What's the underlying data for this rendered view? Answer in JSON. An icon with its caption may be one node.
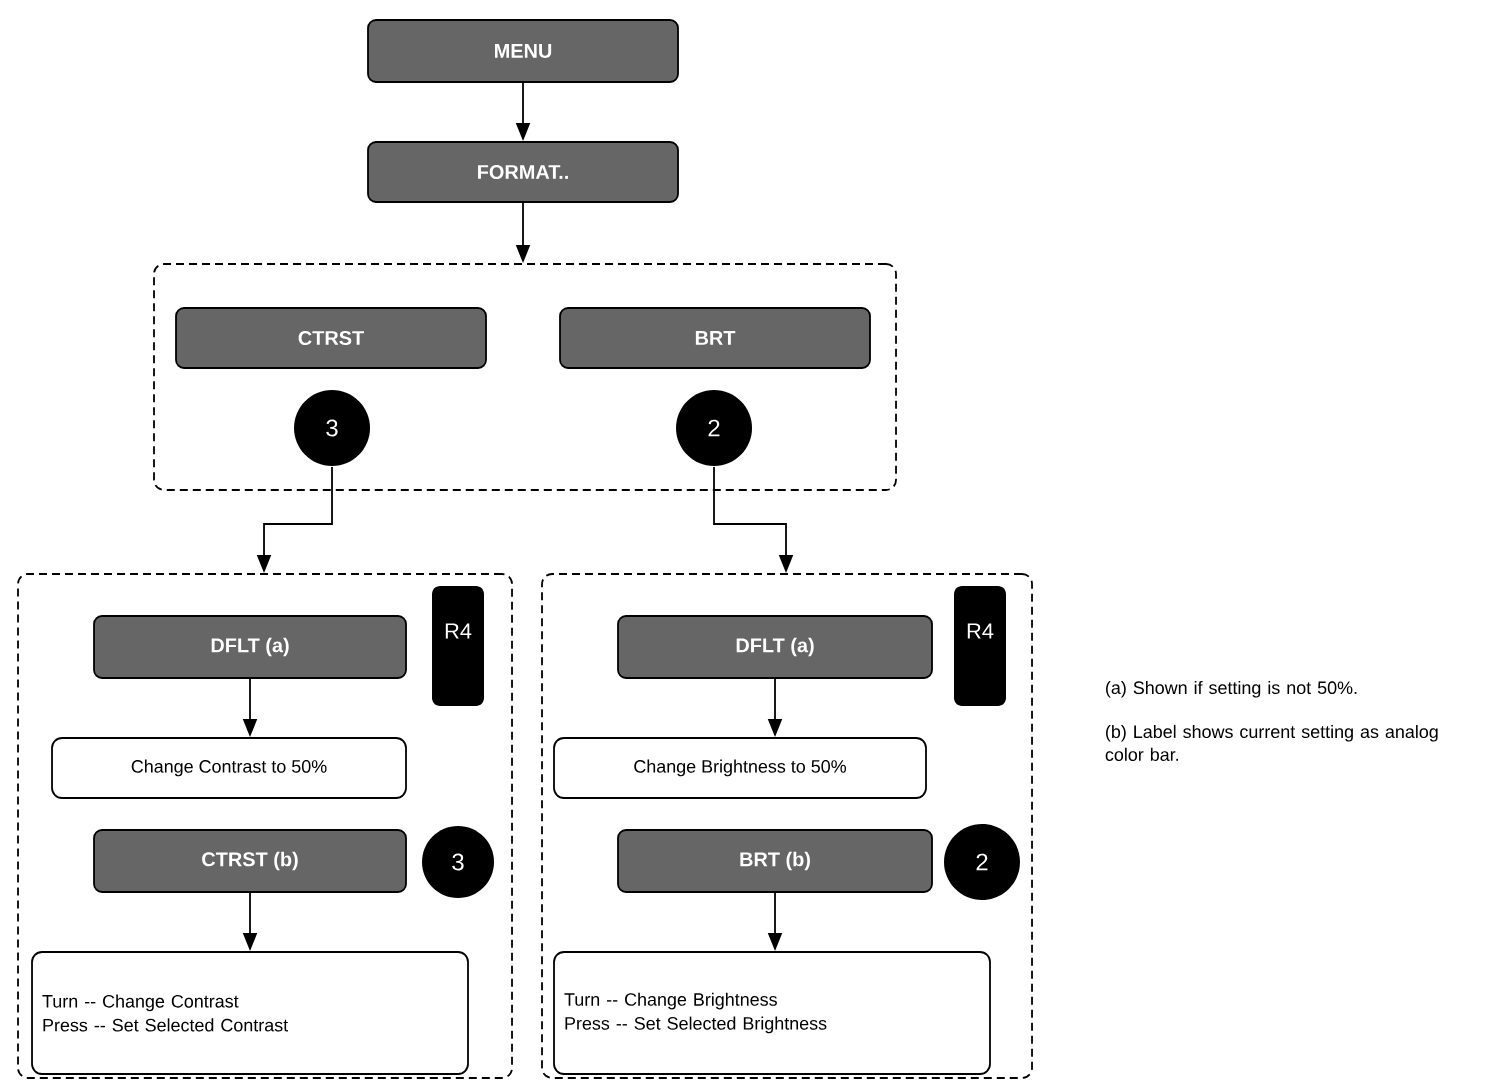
{
  "diagram": {
    "nodes": [
      {
        "text": [
          "MENU"
        ]
      },
      {
        "text": [
          "FORMAT.."
        ]
      },
      {
        "text": [],
        "shape": "box"
      },
      {
        "text": [
          "CTRST"
        ],
        "in": 2
      },
      {
        "text": [
          "BRT"
        ],
        "in": 2
      },
      {
        "text": [
          "3"
        ],
        "in": 2
      },
      {
        "text": [
          "2"
        ],
        "in": 2
      },
      {
        "text": [],
        "shape": "box"
      },
      {
        "text": [
          "DFLT (a)"
        ],
        "in": 7
      },
      {
        "text": [
          "R4"
        ],
        "in": 7
      },
      {
        "text": [
          "Change Contrast to 50%"
        ],
        "in": 7
      },
      {
        "text": [
          "CTRST (b)"
        ],
        "in": 7
      },
      {
        "text": [
          "3"
        ],
        "in": 7
      },
      {
        "text": [
          "Turn -- Change Contrast",
          "Press -- Set Selected Contrast"
        ],
        "in": 7
      },
      {
        "text": [],
        "shape": "box"
      },
      {
        "text": [
          "DFLT (a)"
        ],
        "in": 14
      },
      {
        "text": [
          "R4"
        ],
        "in": 14
      },
      {
        "text": [
          "Change Brightness to 50%"
        ],
        "in": 14
      },
      {
        "text": [
          "BRT (b)"
        ],
        "in": 14
      },
      {
        "text": [
          "2"
        ],
        "in": 14
      },
      {
        "text": [
          "Turn -- Change Brightness",
          "Press -- Set Selected Brightness"
        ],
        "in": 14
      }
    ],
    "edges": [
      {
        "from": 0,
        "to": 1,
        "arrow": "to"
      },
      {
        "from": 1,
        "to": 2,
        "arrow": "to"
      },
      {
        "from": 5,
        "to": 7,
        "arrow": "to"
      },
      {
        "from": 6,
        "to": 14,
        "arrow": "to"
      },
      {
        "from": 8,
        "to": 10,
        "arrow": "to"
      },
      {
        "from": 11,
        "to": 13,
        "arrow": "to"
      },
      {
        "from": 15,
        "to": 17,
        "arrow": "to"
      },
      {
        "from": 18,
        "to": 20,
        "arrow": "to"
      }
    ],
    "labels": [
      "(a) Shown if setting is not 50%.",
      "(b) Label shows current setting as analog color bar."
    ]
  }
}
